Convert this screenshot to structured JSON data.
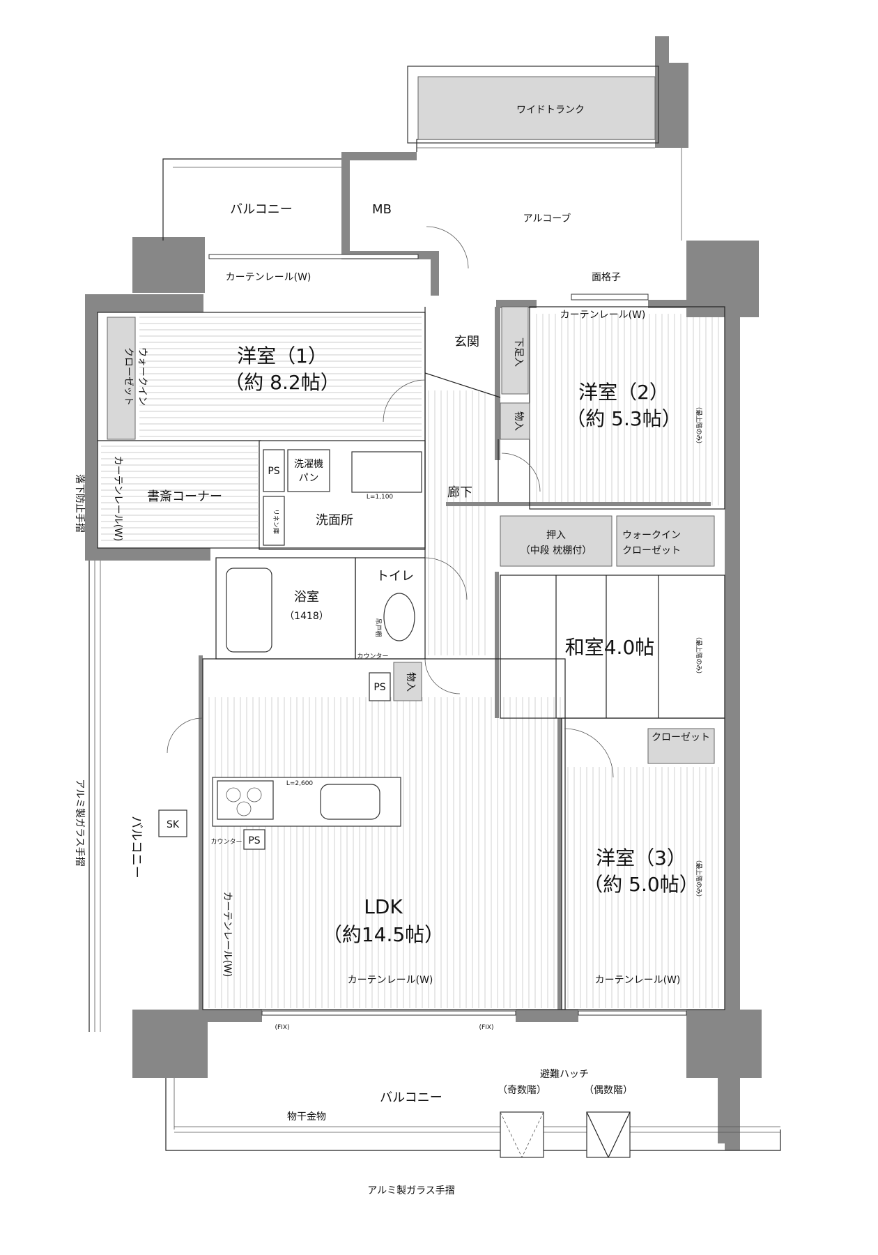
{
  "rooms": {
    "western1_name": "洋室（1）",
    "western1_size": "（約 8.2帖）",
    "western2_name": "洋室（2）",
    "western2_size": "（約 5.3帖）",
    "western3_name": "洋室（3）",
    "western3_size": "（約 5.0帖）",
    "ldk_name": "LDK",
    "ldk_size": "（約14.5帖）",
    "washitsu": "和室4.0帖",
    "genkan": "玄関",
    "corridor": "廊下",
    "washroom": "洗面所",
    "bath": "浴室",
    "bath_size": "（1418）",
    "toilet": "トイレ",
    "study": "書斎コーナー",
    "mb": "MB",
    "alcove": "アルコーブ",
    "wide_trunk": "ワイドトランク"
  },
  "storage": {
    "walkin1": "ウォークイン",
    "walkin1b": "クローゼット",
    "walkin2": "ウォークイン",
    "walkin2b": "クローゼット",
    "oshiire": "押入",
    "oshiire_sub": "（中段 枕棚付）",
    "closet": "クローゼット",
    "shoe": "下足入",
    "mono": "物入",
    "linen": "リネン庫",
    "tsuri": "吊戸棚",
    "ps": "PS",
    "sk": "SK",
    "washer": "洗濯機",
    "washer_b": "パン"
  },
  "balconies": {
    "north": "バルコニー",
    "west": "バルコニー",
    "south": "バルコニー"
  },
  "annotations": {
    "curtain_rail": "カーテンレール(W)",
    "curtain_rail_v": "カーテンレール(W)",
    "top_floor_only": "（最上階のみ）",
    "grille": "面格子",
    "fall_guard": "落下防止手摺",
    "glass_rail_v": "アルミ製ガラス手摺",
    "glass_rail": "アルミ製ガラス手摺",
    "counter": "カウンター",
    "fix": "(FIX)",
    "hatch": "避難ハッチ",
    "odd_floor": "（奇数階）",
    "even_floor": "（偶数階）",
    "laundry_pole": "物干金物",
    "vanity_len": "L=1,100",
    "kitchen_len": "L=2,600"
  }
}
